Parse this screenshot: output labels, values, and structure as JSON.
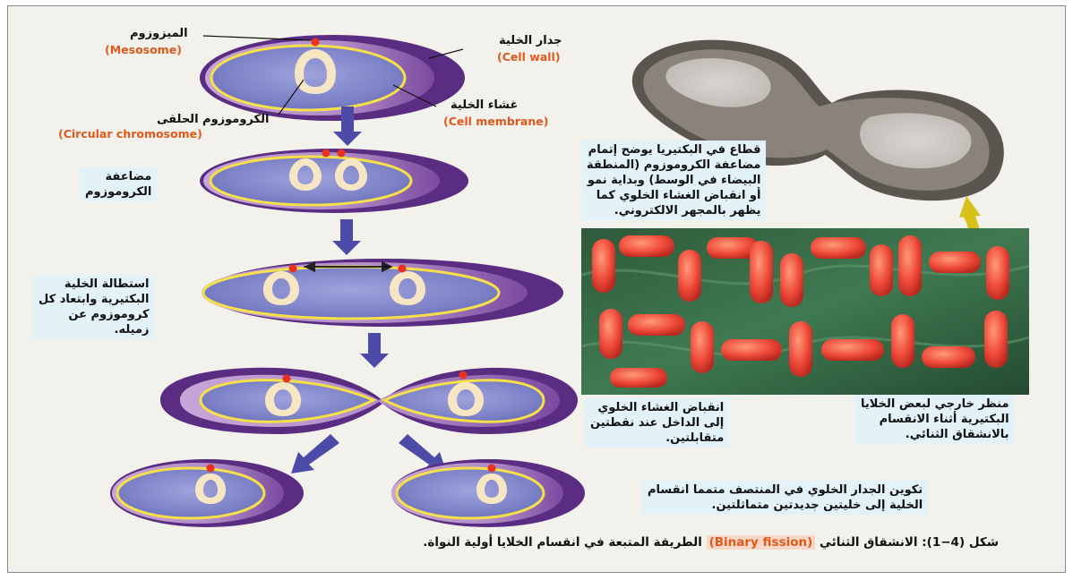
{
  "labels": {
    "mesosome_ar": "الميزوزوم",
    "mesosome_en": "(Mesosome)",
    "cell_wall_ar": "جدار الخلية",
    "cell_wall_en": "(Cell wall)",
    "chromosome_ar": "الكروموزوم الحلقى",
    "chromosome_en": "(Circular chromosome)",
    "membrane_ar": "غشاء الخلية",
    "membrane_en": "(Cell membrane)"
  },
  "steps": {
    "replication": [
      "مضاعفة",
      "الكروموزوم"
    ],
    "elongation": [
      "استطالة الخلية",
      "البكتيرية وابتعاد كل",
      "كروموزوم عن",
      "زميله."
    ],
    "constriction": [
      "انقباض الغشاء الخلوي",
      "إلى الداخل عند نقطتين",
      "متقابلتين."
    ],
    "division": [
      "تكوين الجدار الخلوي في المنتصف متمما انقسام",
      "الخلية إلى خليتين جديدتين متماثلتين."
    ]
  },
  "photos": {
    "em_caption": [
      "قطاع في البكتيريا يوضح إتمام",
      "مضاعفة الكروموزوم (المنطقة",
      "البيضاء في الوسط) وبداية نمو",
      "أو انقباض الغشاء الخلوي كما",
      "يظهر بالمجهر الالكتروني."
    ],
    "micrograph_caption": [
      "منظر خارجي لبعض الخلايا",
      "البكتيرية أثناء الانقسام",
      "بالانشقاق الثنائي."
    ]
  },
  "caption": {
    "prefix": "شكل (4−1): الانشقاق الثنائي",
    "highlight": "(Binary fission)",
    "rest": "الطريقة المتبعة في انقسام الخلايا أولية النواة."
  },
  "colors": {
    "wall_outer": "#5a2d82",
    "wall_mid": "#b590c9",
    "cytoplasm": "#8c8ecf",
    "membrane": "#f5e04a",
    "chromosome": "#f7e6c4",
    "mesosome_dot": "#e8321e",
    "arrow": "#4c4ca8",
    "english_label": "#e0581b",
    "info_box": "#e3f1f9"
  }
}
